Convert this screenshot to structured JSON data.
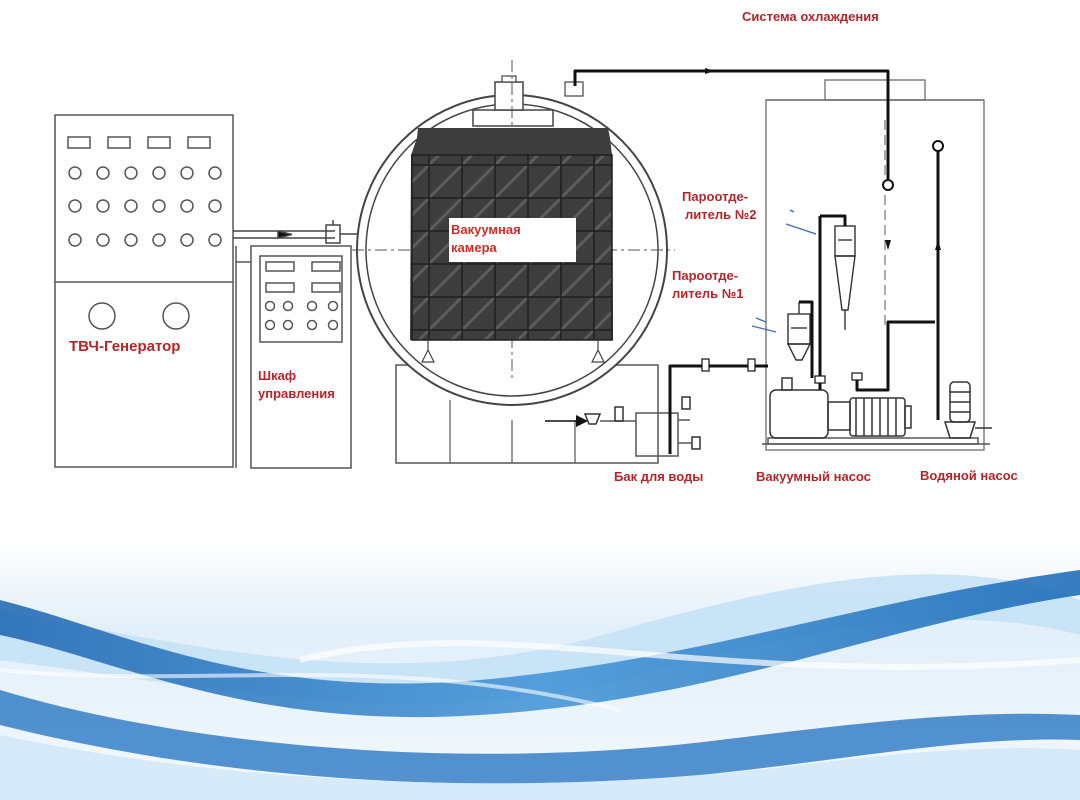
{
  "labels": {
    "cooling_system": "Система охлаждения",
    "hf_generator": "ТВЧ-Генератор",
    "control_cabinet_line1": "Шкаф",
    "control_cabinet_line2": "управления",
    "vacuum_chamber_line1": "Вакуумная",
    "vacuum_chamber_line2": "камера",
    "separator2_line1": "Пароотде-",
    "separator2_line2": "литель №2",
    "separator1_line1": "Пароотде-",
    "separator1_line2": "литель №1",
    "water_tank": "Бак для воды",
    "vacuum_pump": "Вакуумный насос",
    "water_pump": "Водяной насос"
  },
  "colors": {
    "label_red": "#b3262b",
    "line_gray": "#555555",
    "pipe_black": "#111111",
    "grid_dark": "#3a3a3a",
    "wave_blue": "#1e73c4",
    "wave_light": "#bfe0f7"
  }
}
